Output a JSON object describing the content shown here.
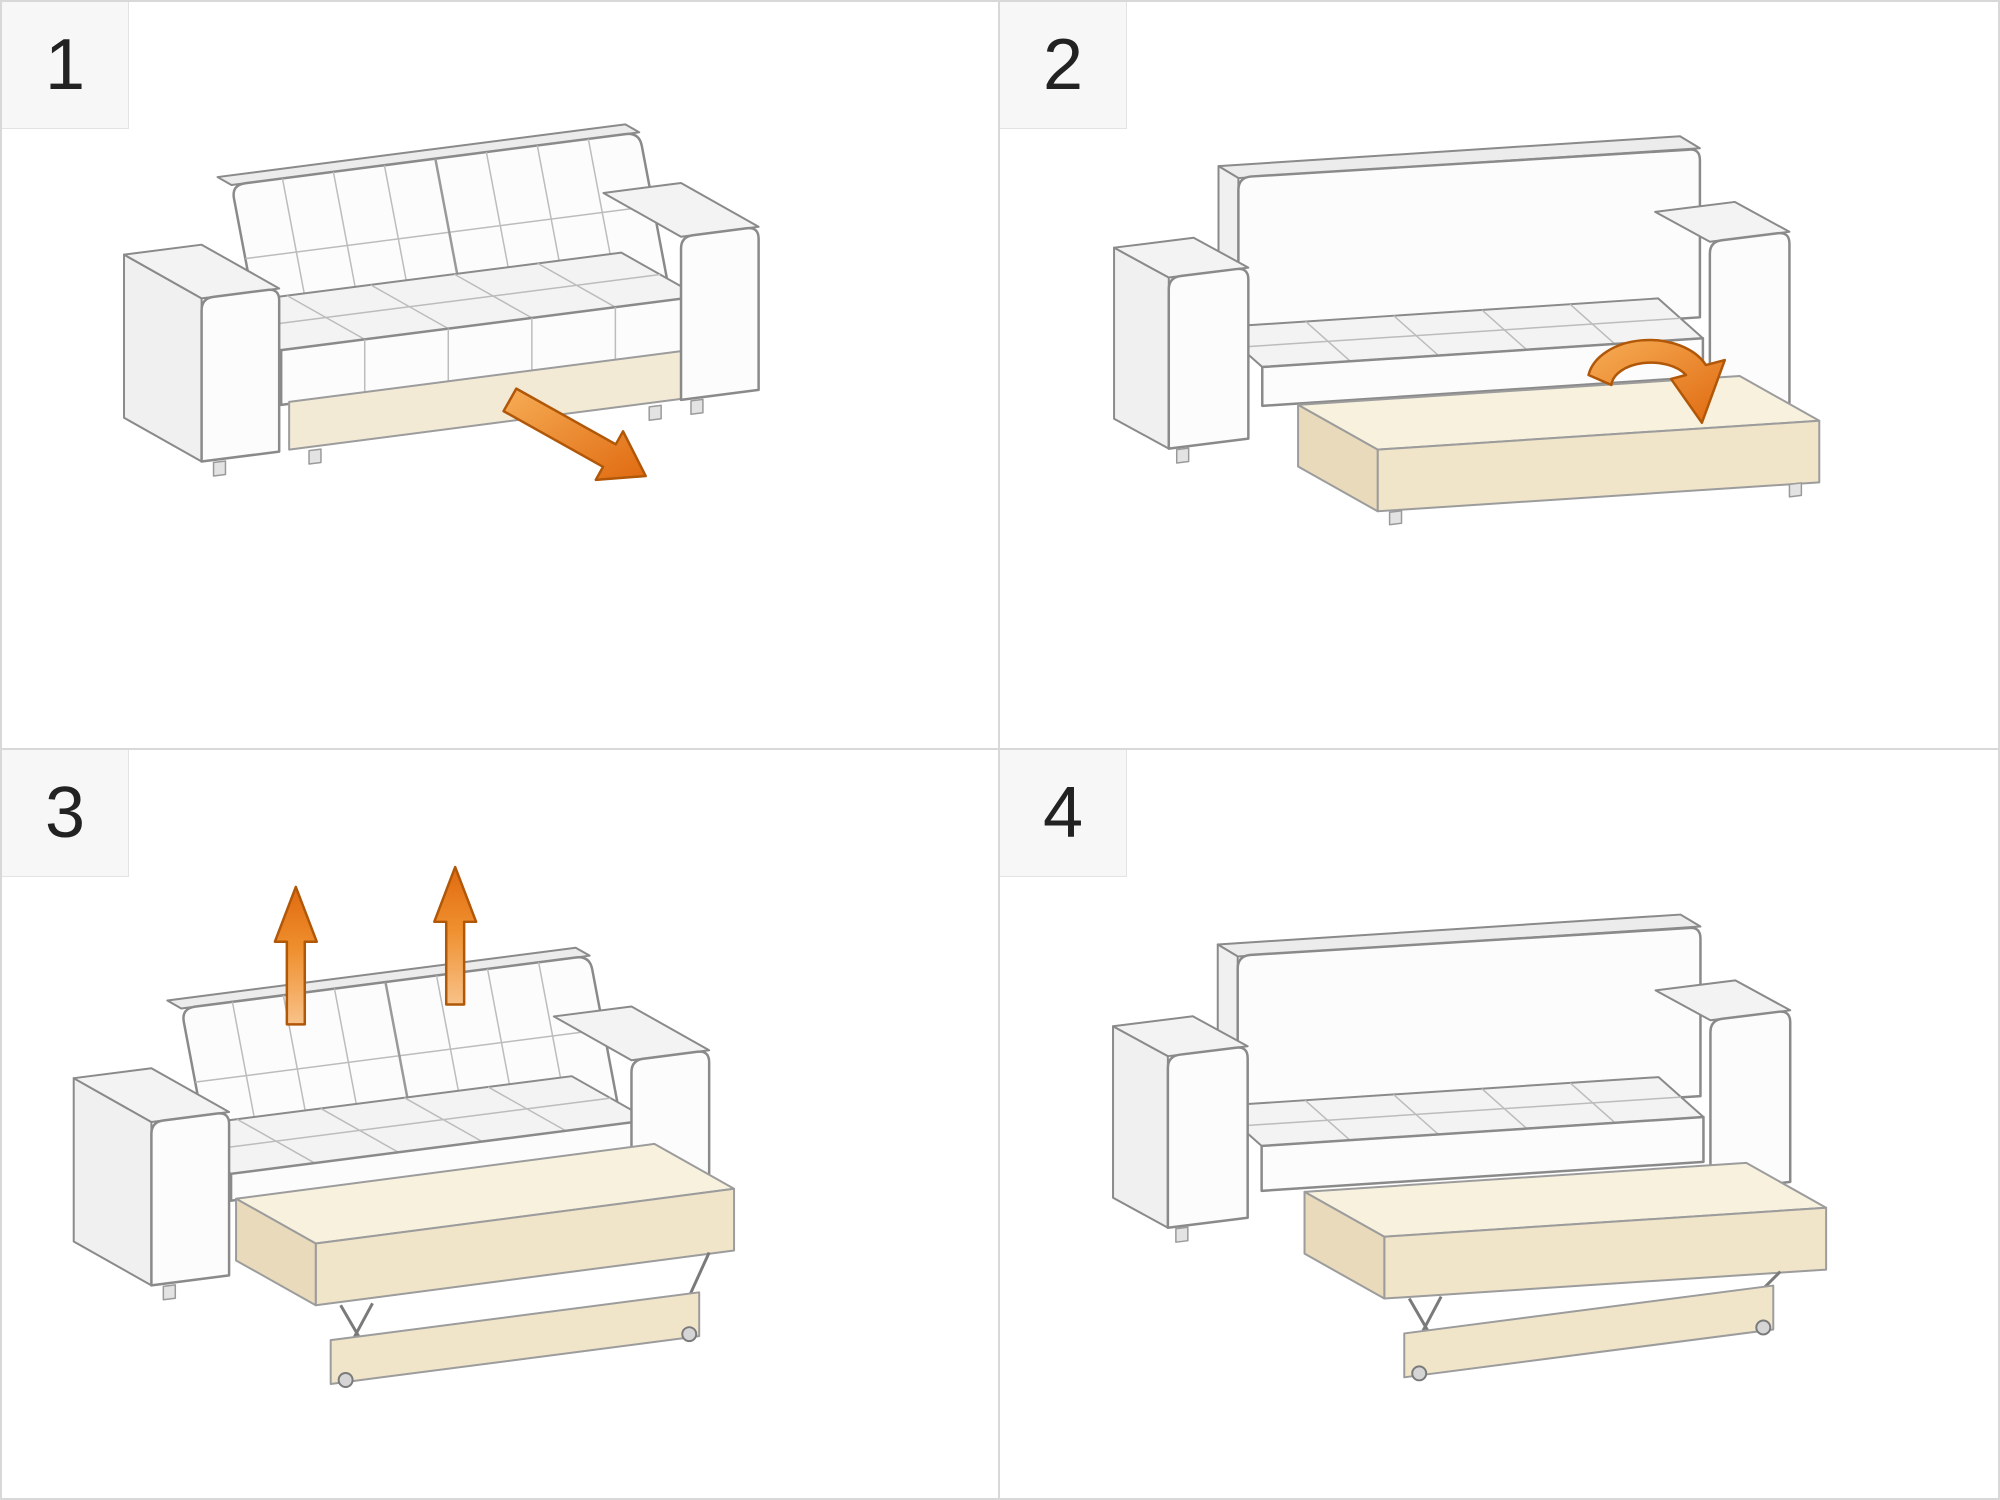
{
  "diagram": {
    "kind": "sofa-bed-conversion-instructions",
    "panel_count": 4
  },
  "steps": [
    {
      "number": "1",
      "icon": "pull-out-arrow-icon",
      "illustration": "sofa-closed"
    },
    {
      "number": "2",
      "icon": "flip-open-arrow-icon",
      "illustration": "storage-box-pulled-out"
    },
    {
      "number": "3",
      "icon": "lift-up-arrows-icon",
      "illustration": "bed-platform-extended"
    },
    {
      "number": "4",
      "icon": "",
      "illustration": "sofa-bed-complete"
    }
  ],
  "colors": {
    "background": "#ffffff",
    "panel_border": "#d8d8d8",
    "badge_background": "#f7f7f7",
    "badge_text": "#222222",
    "upholstery_white": "#fcfcfc",
    "outline_gray": "#8a8a8a",
    "base_cream": "#f3ead6",
    "mattress_cream": "#f8f1de",
    "accent_orange": "#e87d1e",
    "accent_orange_dark": "#b05708"
  }
}
